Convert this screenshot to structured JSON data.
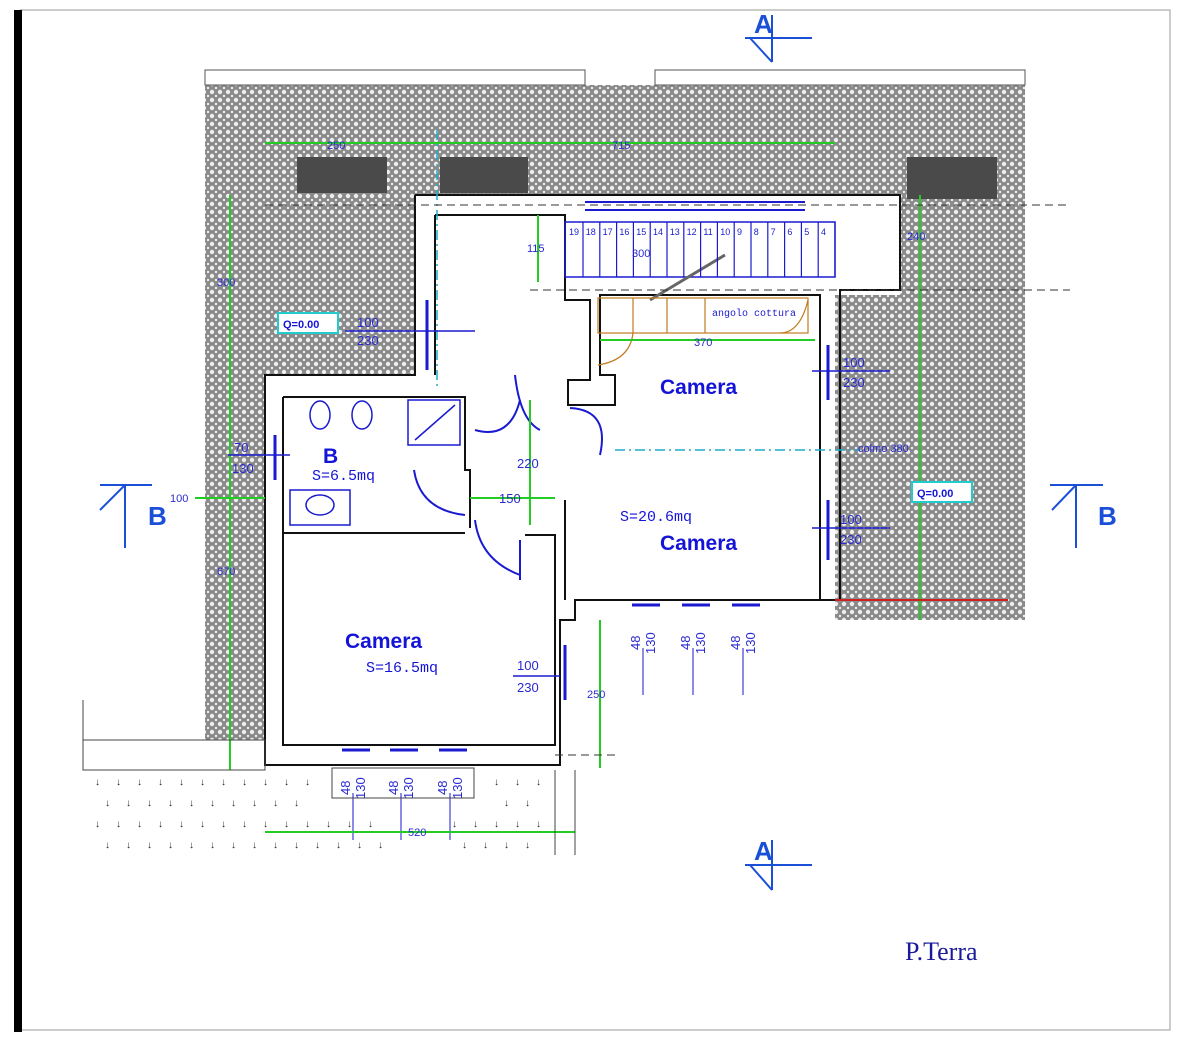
{
  "drawing": {
    "title": "P.Terra",
    "section_a": "A",
    "section_b": "B",
    "colors": {
      "hatch": "#777777",
      "dimension": "#22cc22",
      "text": "#1414d8",
      "kitchen": "#c07a20",
      "level": "#22cccc",
      "edge": "#cc2222"
    },
    "dimensions": {
      "top_left": "250",
      "top_total": "715",
      "left_upper": "300",
      "left_lower": "670",
      "stair_clear": "115",
      "stair_length": "300",
      "right_terrace": "240",
      "kitchen_width": "370",
      "corridor": "220",
      "corridor_width": "150",
      "lower_right": "250",
      "bottom": "520",
      "left_offset": "100",
      "colmo": "colmo 380"
    },
    "levels": [
      "Q=0.00",
      "Q=0.00"
    ],
    "stairs": [
      "19",
      "18",
      "17",
      "16",
      "15",
      "14",
      "13",
      "12",
      "11",
      "10",
      "9",
      "8",
      "7",
      "6",
      "5",
      "4"
    ],
    "kitchen_label": "angolo cottura",
    "windows": {
      "w_top": [
        "100",
        "230"
      ],
      "w_right1": [
        "100",
        "230"
      ],
      "w_right2": [
        "100",
        "230"
      ],
      "w_lower": [
        "100",
        "230"
      ],
      "w_bath": [
        "70",
        "130"
      ],
      "small": [
        [
          "48",
          "130"
        ],
        [
          "48",
          "130"
        ],
        [
          "48",
          "130"
        ],
        [
          "48",
          "130"
        ],
        [
          "48",
          "130"
        ],
        [
          "48",
          "130"
        ]
      ]
    },
    "rooms": {
      "bath": {
        "name": "B",
        "area": "S=6.5mq"
      },
      "camera_top": {
        "name": "Camera"
      },
      "camera_right": {
        "name": "Camera",
        "area": "S=20.6mq"
      },
      "camera_left": {
        "name": "Camera",
        "area": "S=16.5mq"
      }
    }
  }
}
